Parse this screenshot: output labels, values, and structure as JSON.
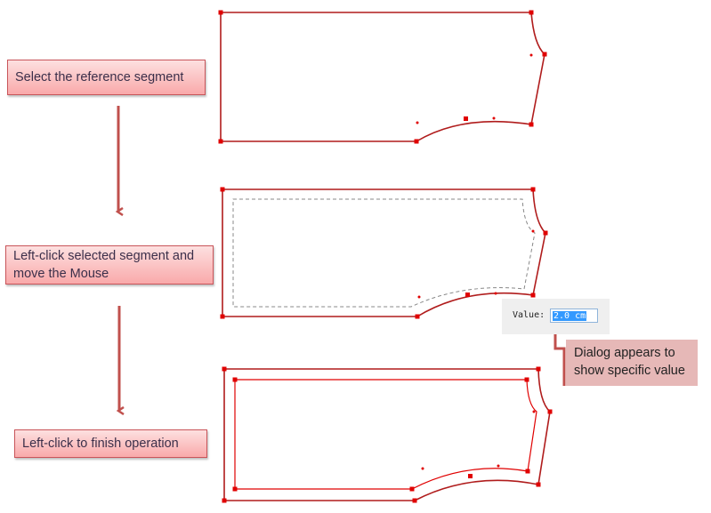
{
  "steps": [
    {
      "label": "Select the reference segment"
    },
    {
      "label": "Left-click selected segment and move the Mouse"
    },
    {
      "label": "Left-click to finish operation"
    }
  ],
  "dialog": {
    "label": "Value:",
    "value": "2.0 cm"
  },
  "callout": {
    "text": "Dialog appears to show specific value"
  },
  "colors": {
    "outline": "#b01c1c",
    "handle": "#e00000",
    "arrow": "#c0504d"
  }
}
